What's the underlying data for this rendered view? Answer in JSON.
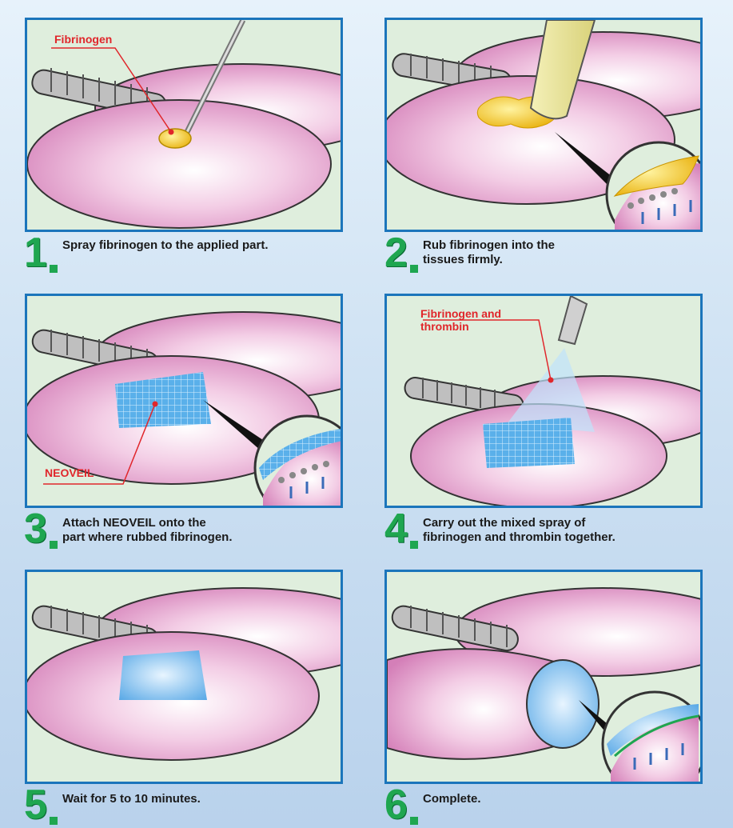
{
  "steps": [
    {
      "number": "1",
      "caption": "Spray fibrinogen to the applied part.",
      "callout": "Fibrinogen"
    },
    {
      "number": "2",
      "caption": "Rub fibrinogen into the\ntissues firmly."
    },
    {
      "number": "3",
      "caption": "Attach NEOVEIL onto the\npart where rubbed fibrinogen.",
      "callout": "NEOVEIL"
    },
    {
      "number": "4",
      "caption": "Carry out the mixed spray of\nfibrinogen and thrombin together.",
      "callout": "Fibrinogen and\nthrombin"
    },
    {
      "number": "5",
      "caption": "Wait for 5 to 10 minutes."
    },
    {
      "number": "6",
      "caption": "Complete."
    }
  ],
  "colors": {
    "panel_border": "#1b75bb",
    "panel_bg": "#dfeedd",
    "step_number": "#1fa650",
    "callout_text": "#e0262b",
    "lung_pink": "#e6a8d0",
    "fibrinogen_yellow": "#f7c51a",
    "mesh_blue": "#4aa3e0"
  }
}
